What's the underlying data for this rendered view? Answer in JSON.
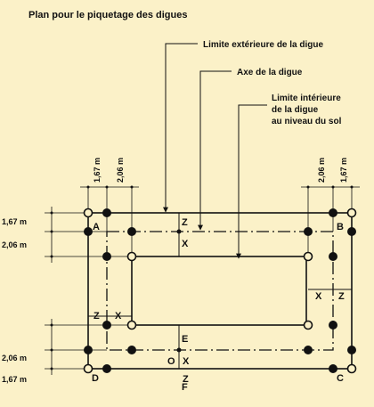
{
  "title": "Plan pour le piquetage des digues",
  "callouts": {
    "outer": "Limite extérieure de la digue",
    "axis": "Axe de la digue",
    "inner_1": "Limite intérieure",
    "inner_2": "de la digue",
    "inner_3": "au niveau du sol"
  },
  "dimensions": {
    "d167": "1,67 m",
    "d206": "2,06 m"
  },
  "points": {
    "A": "A",
    "B": "B",
    "C": "C",
    "D": "D",
    "E": "E",
    "F": "F",
    "O": "O",
    "X": "X",
    "Z": "Z"
  }
}
